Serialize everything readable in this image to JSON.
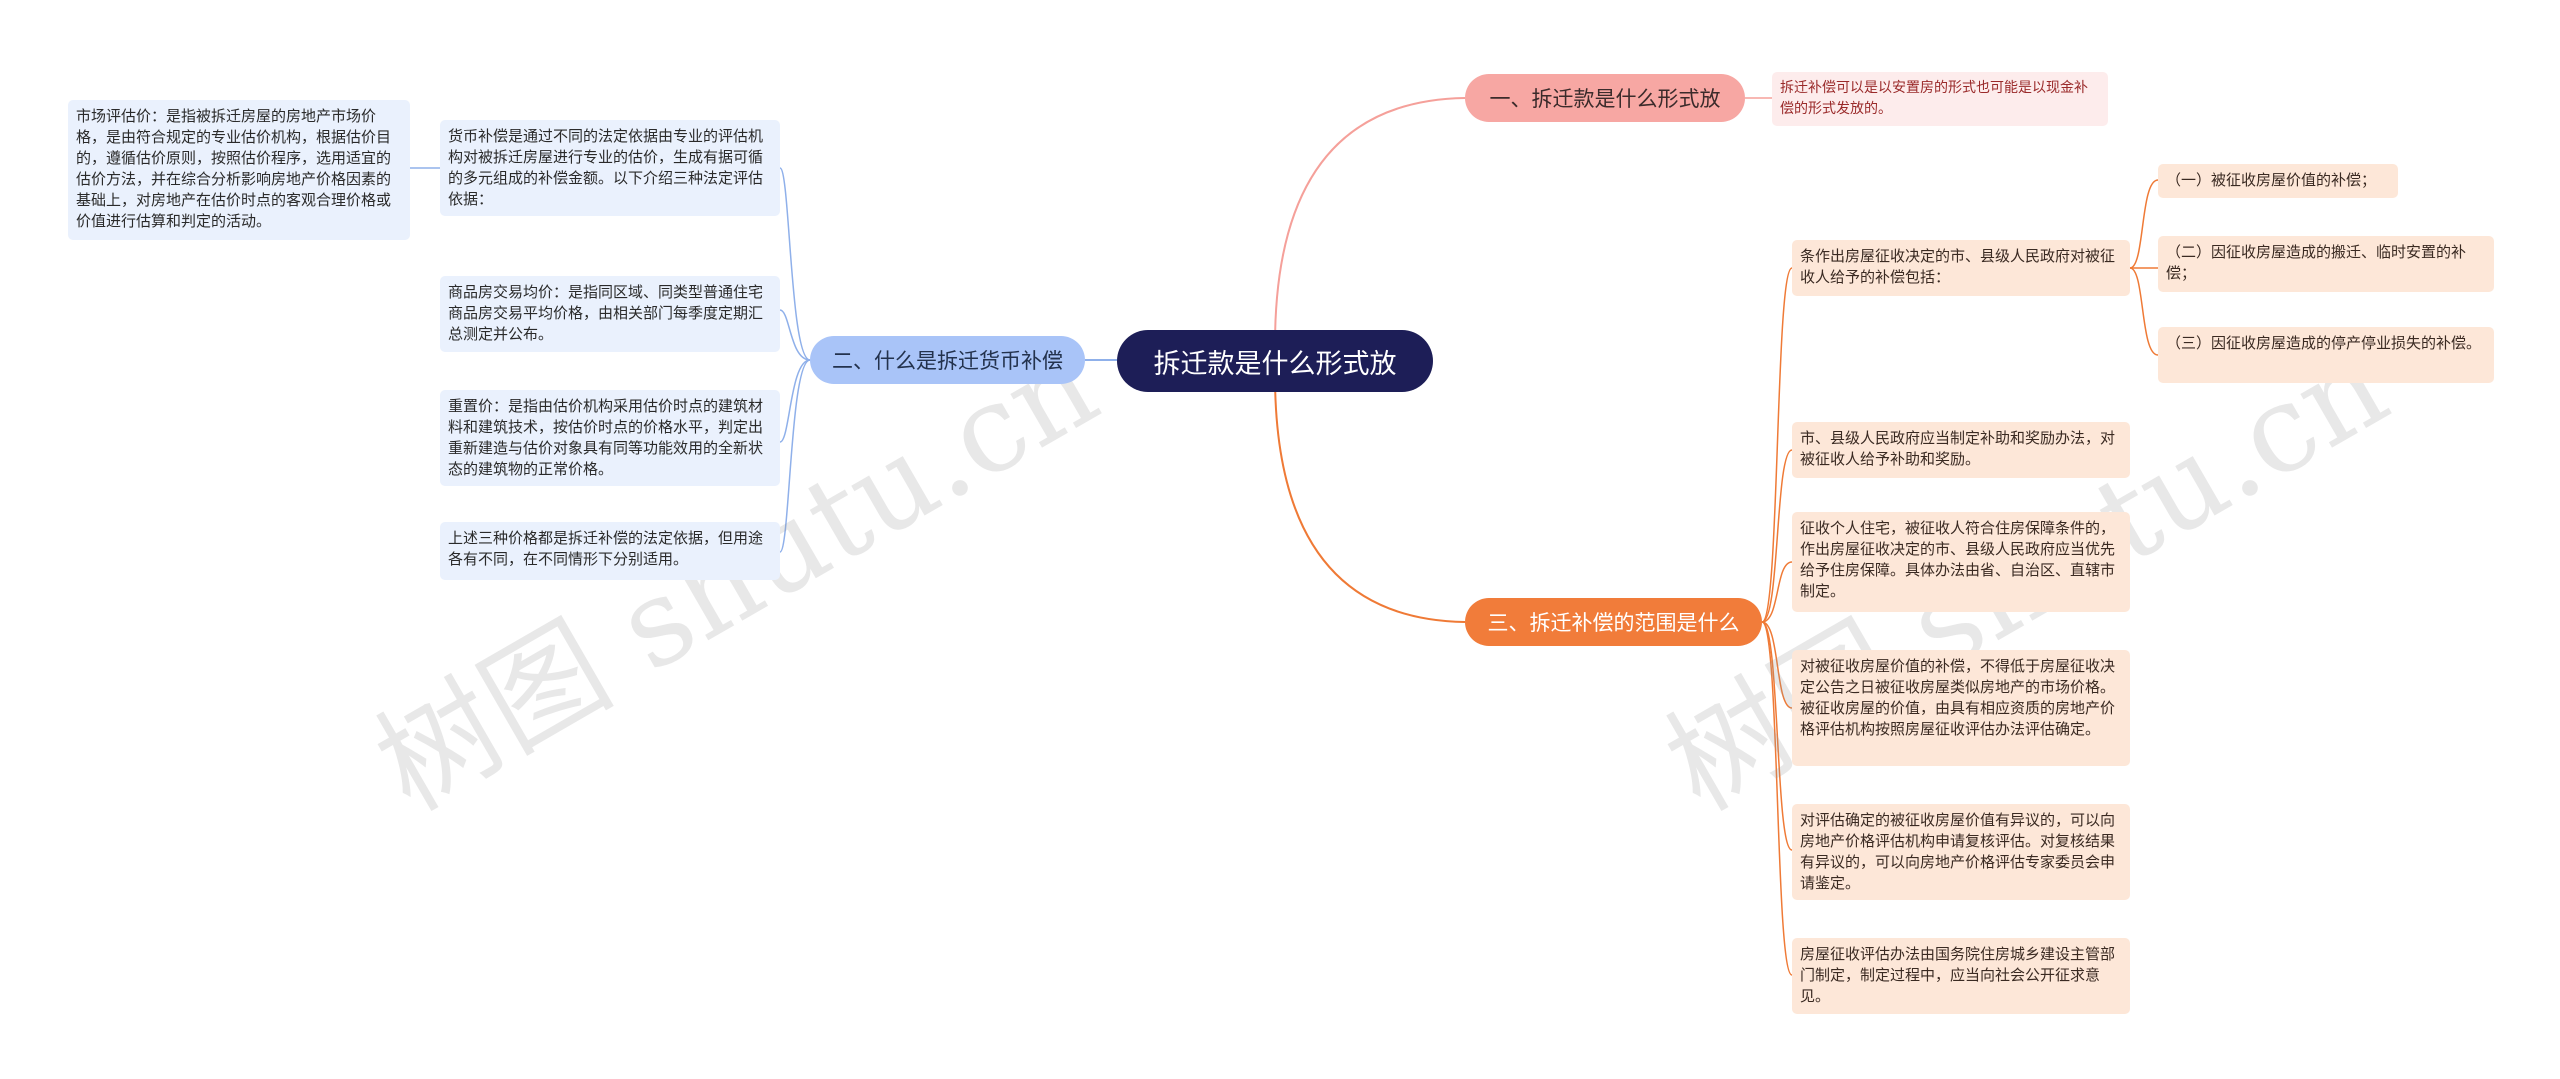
{
  "root": {
    "title": "拆迁款是什么形式放"
  },
  "branches": [
    {
      "label": "一、拆迁款是什么形式放",
      "leaves": [
        "拆迁补偿可以是以安置房的形式也可能是以现金补偿的形式发放的。"
      ]
    },
    {
      "label": "二、什么是拆迁货币补偿",
      "leaves": [
        "货币补偿是通过不同的法定依据由专业的评估机构对被拆迁房屋进行专业的估价，生成有据可循的多元组成的补偿金额。以下介绍三种法定评估依据：",
        "商品房交易均价：是指同区域、同类型普通住宅商品房交易平均价格，由相关部门每季度定期汇总测定并公布。",
        "重置价：是指由估价机构采用估价时点的建筑材料和建筑技术，按估价时点的价格水平，判定出重新建造与估价对象具有同等功能效用的全新状态的建筑物的正常价格。",
        "上述三种价格都是拆迁补偿的法定依据，但用途各有不同，在不同情形下分别适用。"
      ],
      "sub": "市场评估价：是指被拆迁房屋的房地产市场价格，是由符合规定的专业估价机构，根据估价目的，遵循估价原则，按照估价程序，选用适宜的估价方法，并在综合分析影响房地产价格因素的基础上，对房地产在估价时点的客观合理价格或价值进行估算和判定的活动。"
    },
    {
      "label": "三、拆迁补偿的范围是什么",
      "leaves": [
        "条作出房屋征收决定的市、县级人民政府对被征收人给予的补偿包括：",
        "市、县级人民政府应当制定补助和奖励办法，对被征收人给予补助和奖励。",
        "征收个人住宅，被征收人符合住房保障条件的，作出房屋征收决定的市、县级人民政府应当优先给予住房保障。具体办法由省、自治区、直辖市制定。",
        "对被征收房屋价值的补偿，不得低于房屋征收决定公告之日被征收房屋类似房地产的市场价格。被征收房屋的价值，由具有相应资质的房地产价格评估机构按照房屋征收评估办法评估确定。",
        "对评估确定的被征收房屋价值有异议的，可以向房地产价格评估机构申请复核评估。对复核结果有异议的，可以向房地产价格评估专家委员会申请鉴定。",
        "房屋征收评估办法由国务院住房城乡建设主管部门制定，制定过程中，应当向社会公开征求意见。"
      ],
      "sub": [
        "（一）被征收房屋价值的补偿；",
        "（二）因征收房屋造成的搬迁、临时安置的补偿；",
        "（三）因征收房屋造成的停产停业损失的补偿。"
      ]
    }
  ],
  "watermark": [
    "树图 shutu.cn",
    "树图 shutu.cn"
  ],
  "colors": {
    "root": "#1d1e57",
    "branch1": "#f7a7a3",
    "branch2": "#a9c4f8",
    "branch3": "#f17c3a",
    "line1": "#f5a09a",
    "line2": "#8fb0ea",
    "line3": "#ef7a36"
  }
}
